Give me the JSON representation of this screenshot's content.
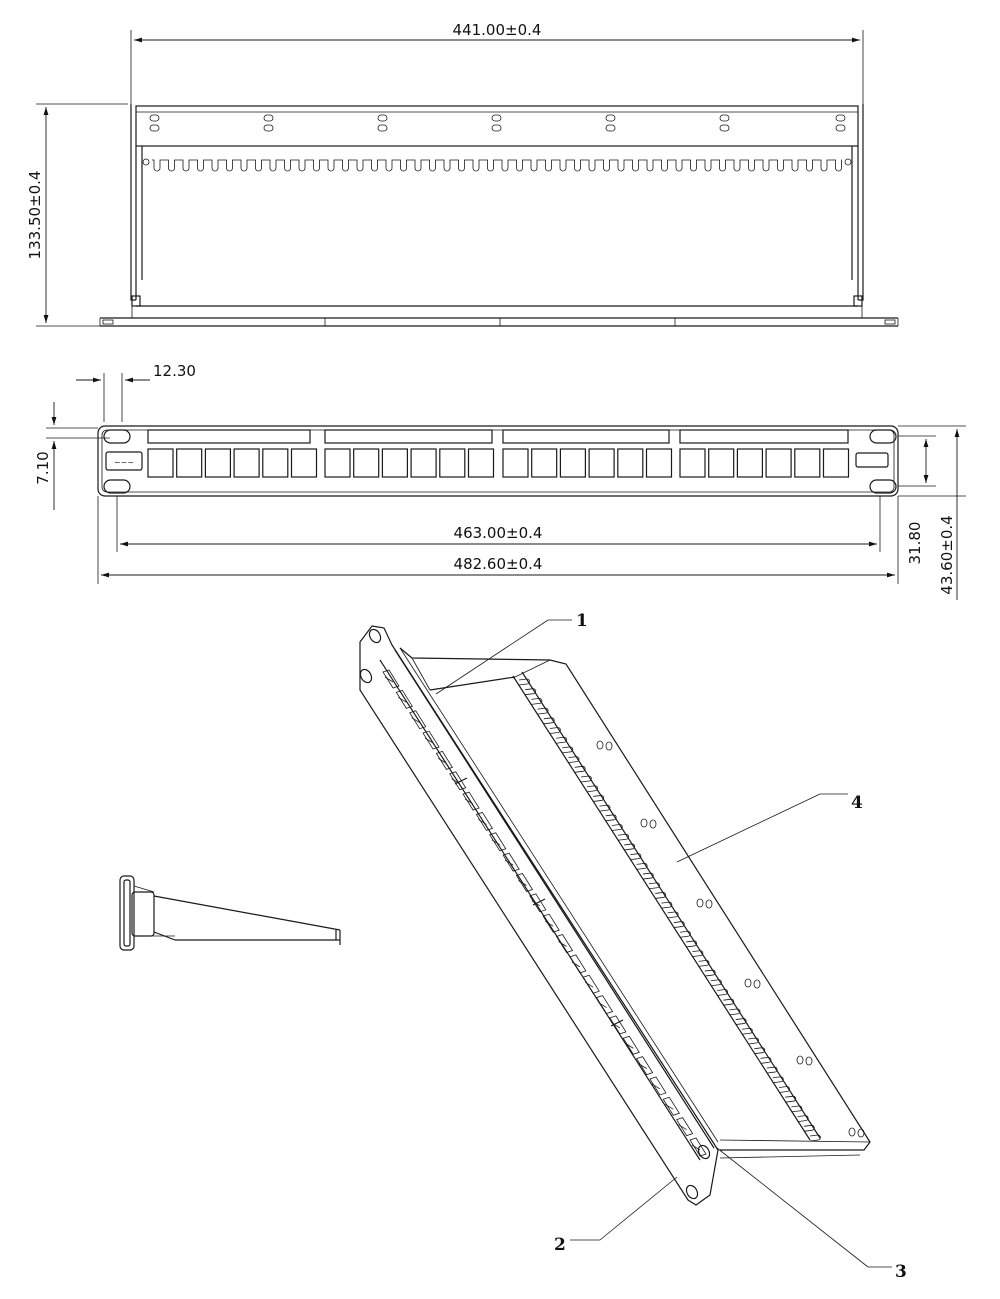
{
  "dimensions": {
    "width_top": "441.00±0.4",
    "height_top": "133.50±0.4",
    "offset_left": "12.30",
    "hole_offset": "7.10",
    "hole_span": "463.00±0.4",
    "overall_width": "482.60±0.4",
    "hole_vertical": "31.80",
    "overall_height": "43.60±0.4"
  },
  "callouts": [
    "1",
    "2",
    "3",
    "4"
  ]
}
